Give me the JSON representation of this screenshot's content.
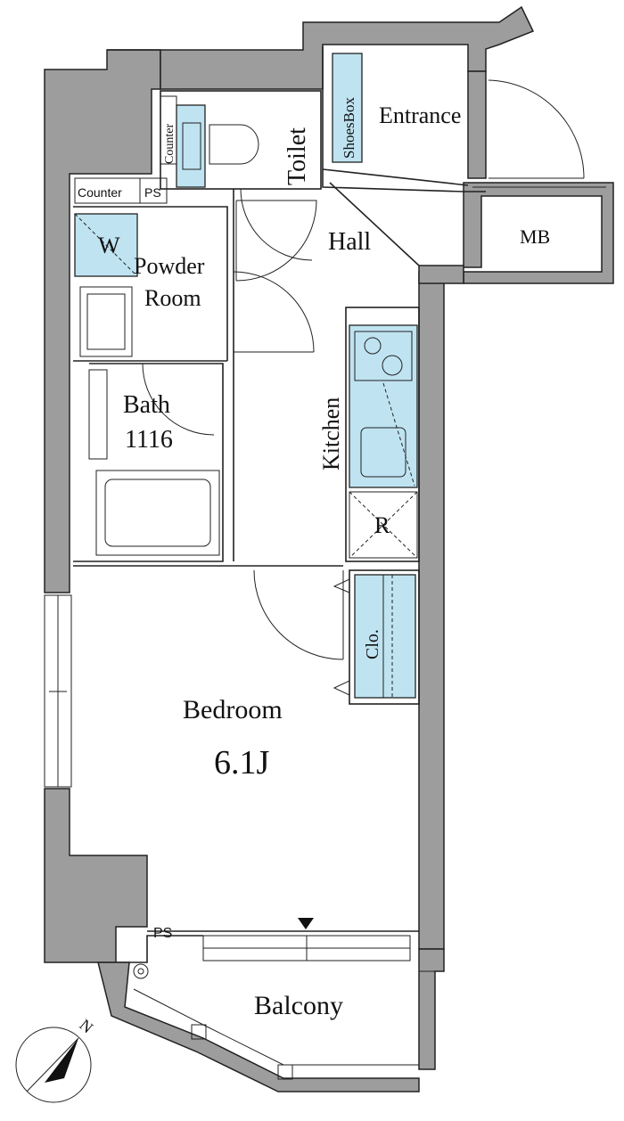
{
  "rooms": {
    "entrance": "Entrance",
    "shoes_box": "ShoesBox",
    "toilet": "Toilet",
    "counter_top": "Counter",
    "counter_left": "Counter",
    "ps_top": "PS",
    "ps_bottom": "PS",
    "washer": "W",
    "powder_room_1": "Powder",
    "powder_room_2": "Room",
    "hall": "Hall",
    "mb": "MB",
    "bath": "Bath",
    "bath_size": "1116",
    "kitchen": "Kitchen",
    "fridge": "R",
    "closet": "Clo.",
    "bedroom": "Bedroom",
    "bedroom_size": "6.1J",
    "balcony": "Balcony",
    "compass": "N"
  },
  "colors": {
    "wall": "#9d9d9d",
    "fixture": "#bfe3f1",
    "line": "#222222"
  }
}
